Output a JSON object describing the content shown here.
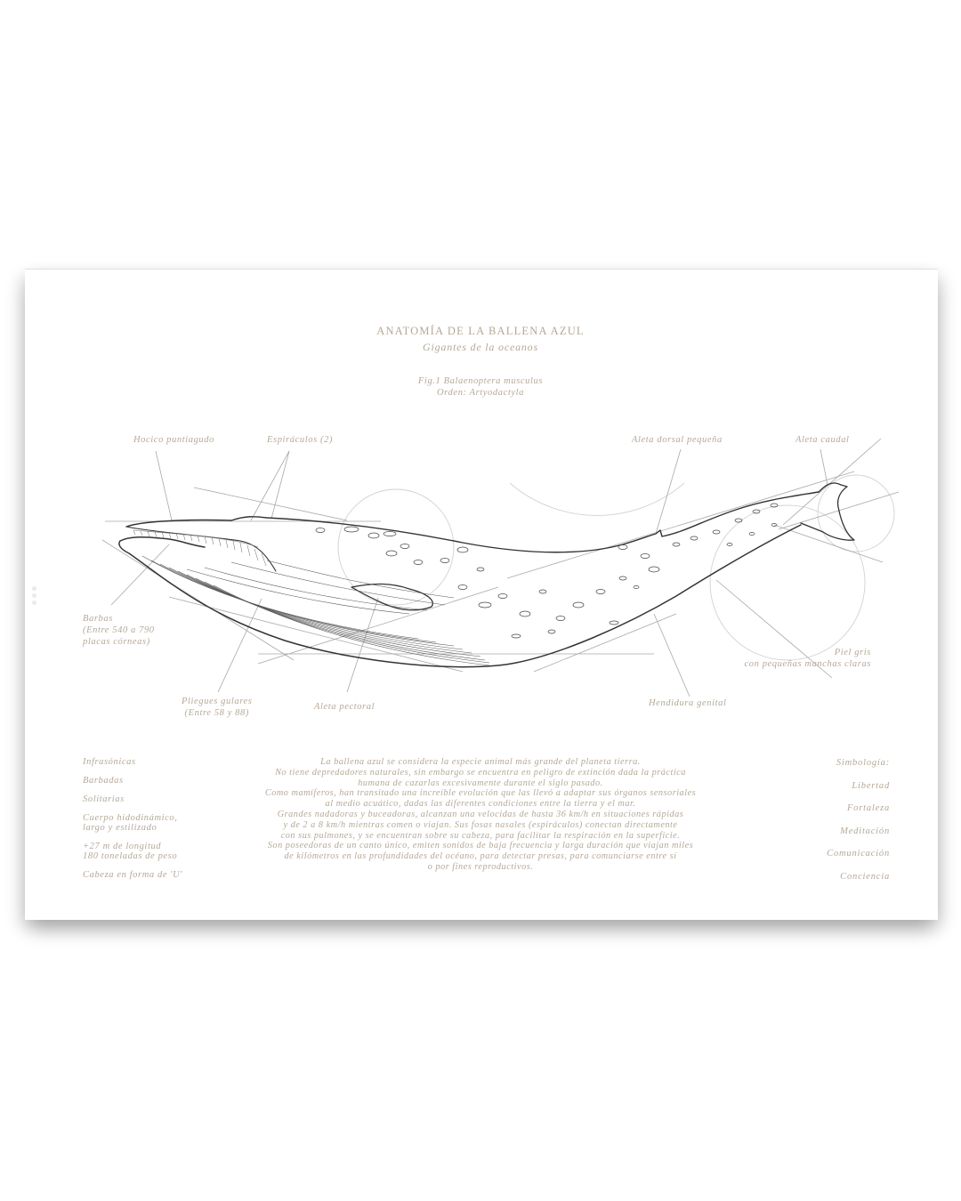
{
  "poster": {
    "title": "ANATOMÍA DE LA BALLENA AZUL",
    "subtitle": "Gigantes de la oceanos",
    "figure": {
      "caption": "Fig.1 Balaenoptera musculus",
      "order": "Orden: Artyodactyla"
    },
    "labels": {
      "snout": "Hocico puntiagudo",
      "blowholes": "Espiráculos (2)",
      "dorsal_fin": "Aleta dorsal pequeña",
      "tail_fin": "Aleta caudal",
      "baleen": [
        "Barbas",
        "(Entre 540 a 790",
        "placas córneas)"
      ],
      "throat_pleats": [
        "Pliegues gulares",
        "(Entre 58 y 88)"
      ],
      "pectoral_fin": "Aleta pectoral",
      "genital_slit": "Hendidura genital",
      "skin": [
        "Piel gris",
        "con pequeñas manchas claras"
      ]
    },
    "traits": [
      [
        "Infrasónicas"
      ],
      [
        "Barbadas"
      ],
      [
        "Solitarias"
      ],
      [
        "Cuerpo hidodinámico,",
        "largo y estilizado"
      ],
      [
        "+27 m de longitud",
        "180 toneladas de peso"
      ],
      [
        "Cabeza en forma de 'U'"
      ]
    ],
    "description": [
      "La ballena azul se considera la especie animal más grande del planeta tierra.",
      "No tiene depredadores naturales, sin embargo se encuentra en peligro de extinción dada la práctica",
      "humana de cazarlas excesivamente durante el siglo pasado.",
      "Como mamíferos, han transitado una increíble evolución que las llevó a adaptar sus órganos sensoriales",
      "al medio acuático, dadas las diferentes condiciones entre la tierra y el mar.",
      "Grandes nadadoras y buceadoras, alcanzan una velocidas de hasta 36 km/h en situaciones rápidas",
      "y de 2 a 8 km/h mientras comen o viajan. Sus fosas nasales (espiráculos) conectan directamente",
      "con sus pulmones, y se encuentran sobre su cabeza, para facilitar la respiración en la superficie.",
      "Son poseedoras de un canto único, emiten sonidos de baja frecuencia y larga duración que viajan miles",
      "de kilómetros en las profundidades del océano, para detectar presas, para comunciarse entre sí",
      "o por fines reproductivos."
    ],
    "symbology": {
      "heading": "Simbología:",
      "items": [
        "Libertad",
        "Fortaleza",
        "Meditación",
        "Comunicación",
        "Conciencia"
      ]
    },
    "colors": {
      "text": "#b5a897",
      "ink": "#3a3a3a",
      "guide": "#9a9a9a",
      "circle": "#cfcfcf"
    }
  }
}
